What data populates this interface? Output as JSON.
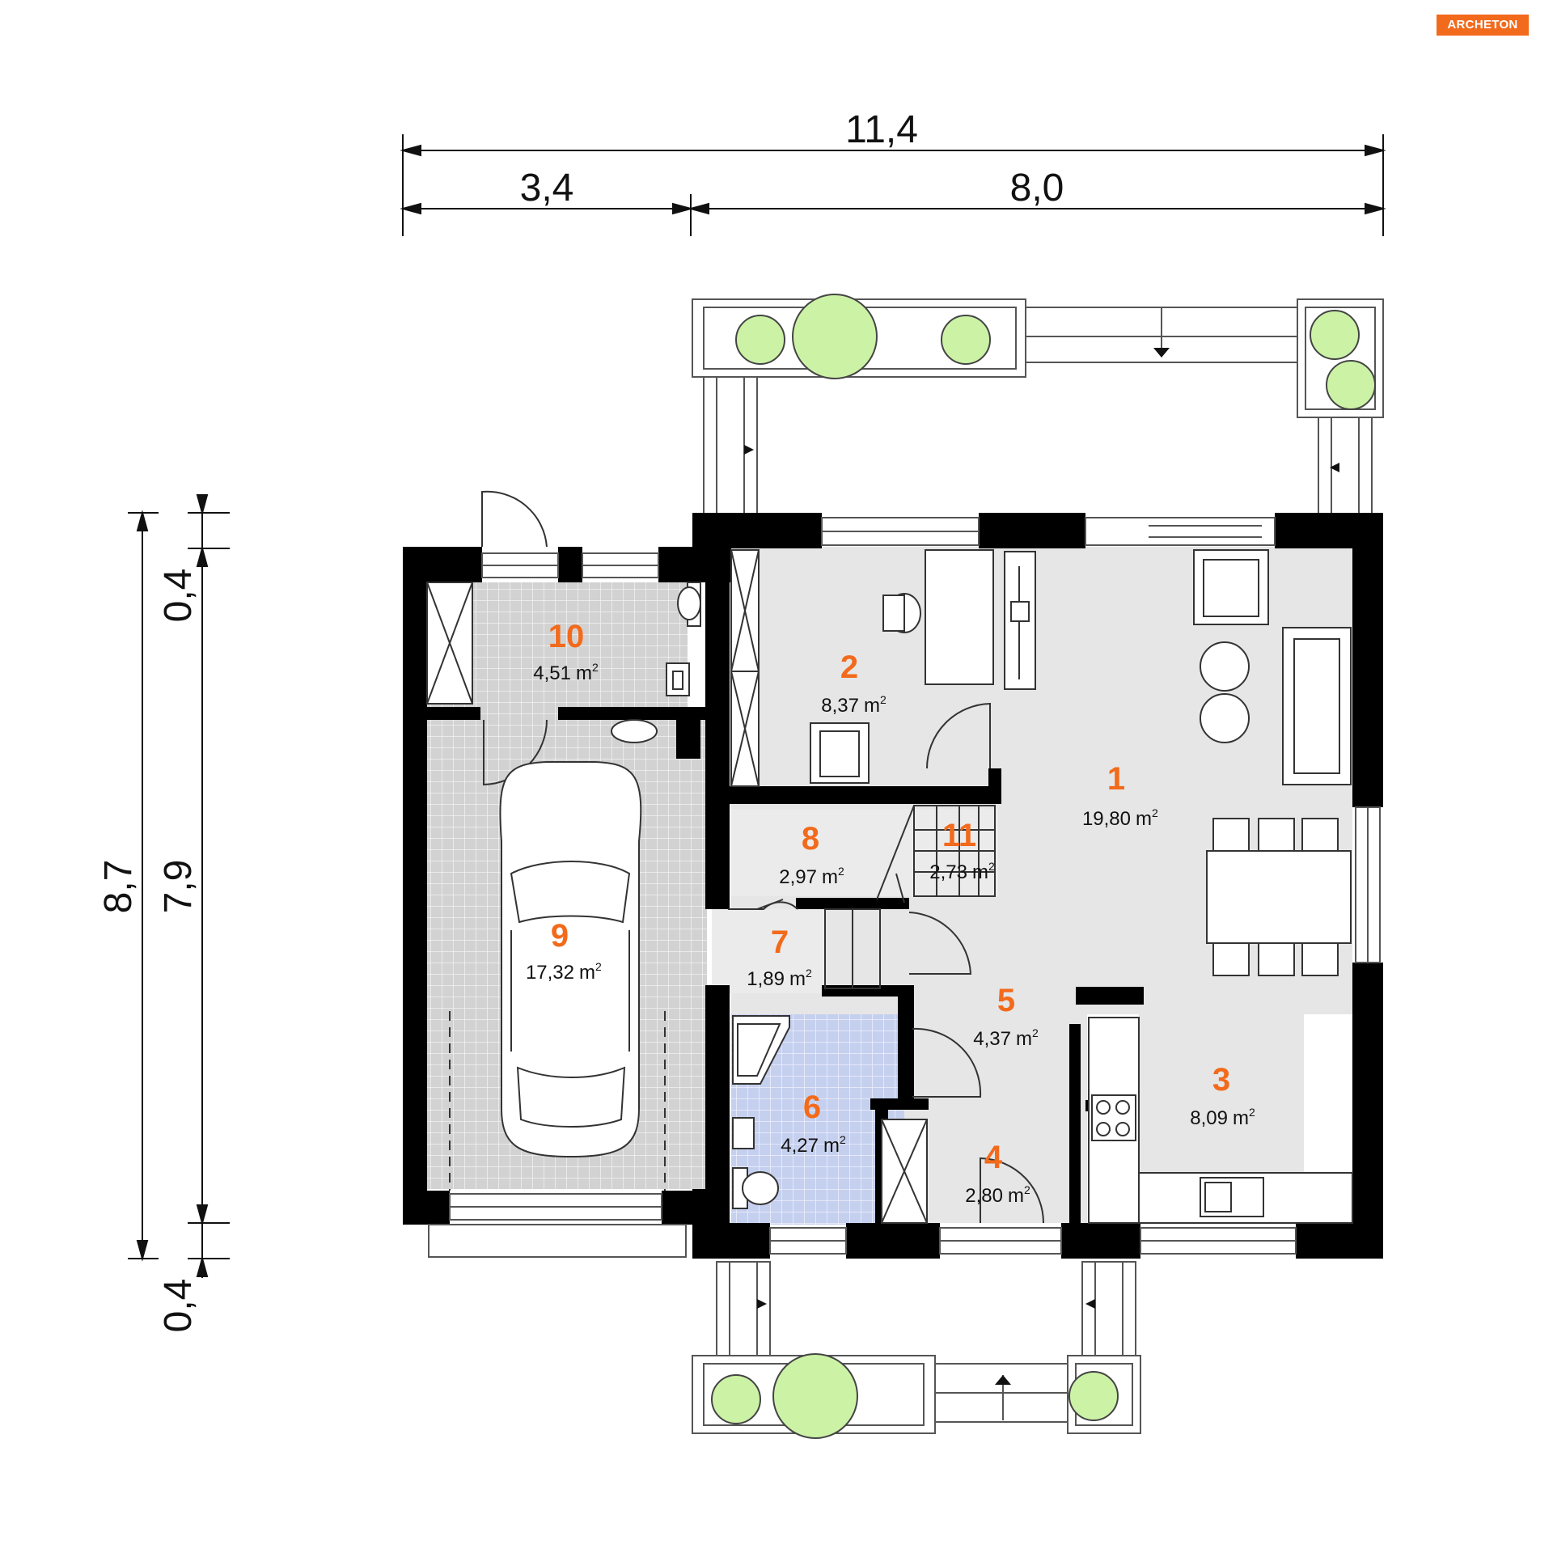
{
  "brand": {
    "logo_text": "ARCHETON"
  },
  "dimensions": {
    "top_total": "11,4",
    "top_left": "3,4",
    "top_right": "8,0",
    "left_total": "8,7",
    "left_middle": "7,9",
    "left_top": "0,4",
    "left_bottom": "0,4"
  },
  "area_unit": "m",
  "area_unit_exponent": "2",
  "rooms": [
    {
      "number": "1",
      "area": "19,80"
    },
    {
      "number": "2",
      "area": "8,37"
    },
    {
      "number": "3",
      "area": "8,09"
    },
    {
      "number": "4",
      "area": "2,80"
    },
    {
      "number": "5",
      "area": "4,37"
    },
    {
      "number": "6",
      "area": "4,27"
    },
    {
      "number": "7",
      "area": "1,89"
    },
    {
      "number": "8",
      "area": "2,97"
    },
    {
      "number": "9",
      "area": "17,32"
    },
    {
      "number": "10",
      "area": "4,51"
    },
    {
      "number": "11",
      "area": "2,73"
    }
  ],
  "colors": {
    "wall": "#000000",
    "floor_living": "#e6e6e6",
    "floor_bath": "#c5d0ef",
    "floor_garage": "#cfcfcf",
    "room_number": "#f26a1b",
    "tree_fill": "#ccf2a6"
  }
}
